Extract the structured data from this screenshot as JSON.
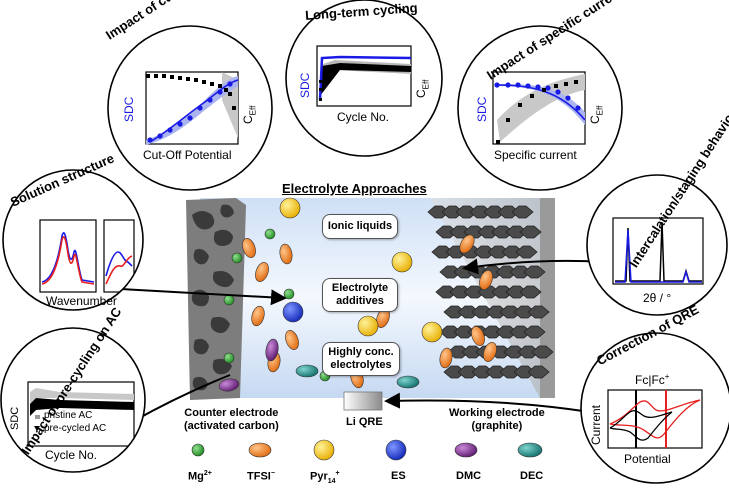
{
  "main_title": "Electrolyte Approaches",
  "panels": {
    "cutoff": {
      "title": "Impact of cut-off potential",
      "ylabel": "SDC",
      "y2label": "C",
      "y2sub": "Eff",
      "xlabel": "Cut-Off Potential"
    },
    "longterm": {
      "title": "Long-term cycling",
      "ylabel": "SDC",
      "y2label": "C",
      "y2sub": "Eff",
      "xlabel": "Cycle No."
    },
    "specific": {
      "title": "Impact of specific current",
      "ylabel": "SDC",
      "y2label": "C",
      "y2sub": "Eff",
      "xlabel": "Specific current"
    },
    "solution": {
      "title": "Solution structure",
      "xlabel": "Wavenumber"
    },
    "intercalation": {
      "title": "Intercalation/staging behavior",
      "xlabel": "2θ / °"
    },
    "precycling": {
      "title": "Impact of pre-cycling on AC",
      "ylabel": "SDC",
      "xlabel": "Cycle No.",
      "legend": [
        "pristine AC",
        "pre-cycled AC"
      ]
    },
    "qre": {
      "title": "Correction of QRE",
      "ylabel": "Current",
      "xlabel": "Potential",
      "annotation": "Fc|Fc",
      "annotation_sup": "+"
    }
  },
  "cell_boxes": {
    "ionic": "Ionic liquids",
    "additives_1": "Electrolyte",
    "additives_2": "additives",
    "conc_1": "Highly conc.",
    "conc_2": "electrolytes"
  },
  "electrodes": {
    "counter_1": "Counter electrode",
    "counter_2": "(activated carbon)",
    "working_1": "Working electrode",
    "working_2": "(graphite)",
    "reference": "Li QRE"
  },
  "legend": [
    {
      "name": "Mg",
      "sup": "2+",
      "sub": "",
      "color": "#2ca02c"
    },
    {
      "name": "TFSI",
      "sup": "−",
      "sub": "",
      "color": "#f07f22"
    },
    {
      "name": "Pyr",
      "sup": "+",
      "sub": "14",
      "color": "#f5c518"
    },
    {
      "name": "ES",
      "sup": "",
      "sub": "",
      "color": "#1f3fd0"
    },
    {
      "name": "DMC",
      "sup": "",
      "sub": "",
      "color": "#7b2d8e"
    },
    {
      "name": "DEC",
      "sup": "",
      "sub": "",
      "color": "#1c8c88"
    }
  ],
  "colors": {
    "blue": "#1a1ae6",
    "red": "#e62020",
    "black": "#000000",
    "band_gray": "#c8c8c8",
    "band_blue": "#aab4ee"
  }
}
